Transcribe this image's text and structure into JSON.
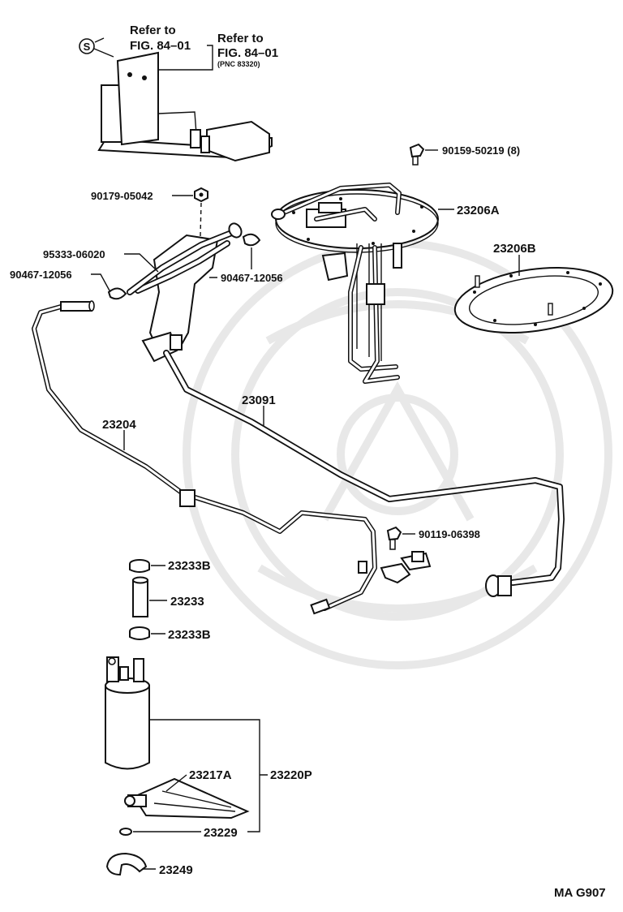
{
  "labels": {
    "refer1_line1": "Refer to",
    "refer1_line2": "FIG. 84–01",
    "refer2_line1": "Refer to",
    "refer2_line2": "FIG. 84–01",
    "refer2_pnc": "(PNC 83320)",
    "s_mark": "S",
    "p90159": "90159-50219 (8)",
    "p90179": "90179-05042",
    "p23206A": "23206A",
    "p95333": "95333-06020",
    "p90467_left": "90467-12056",
    "p90467_right": "90467-12056",
    "p23206B": "23206B",
    "p23091": "23091",
    "p23204": "23204",
    "p90119": "90119-06398",
    "p23233B_top": "23233B",
    "p23233": "23233",
    "p23233B_bottom": "23233B",
    "p23217A": "23217A",
    "p23220P": "23220P",
    "p23229": "23229",
    "p23249": "23249",
    "figure_code": "MA G907"
  }
}
